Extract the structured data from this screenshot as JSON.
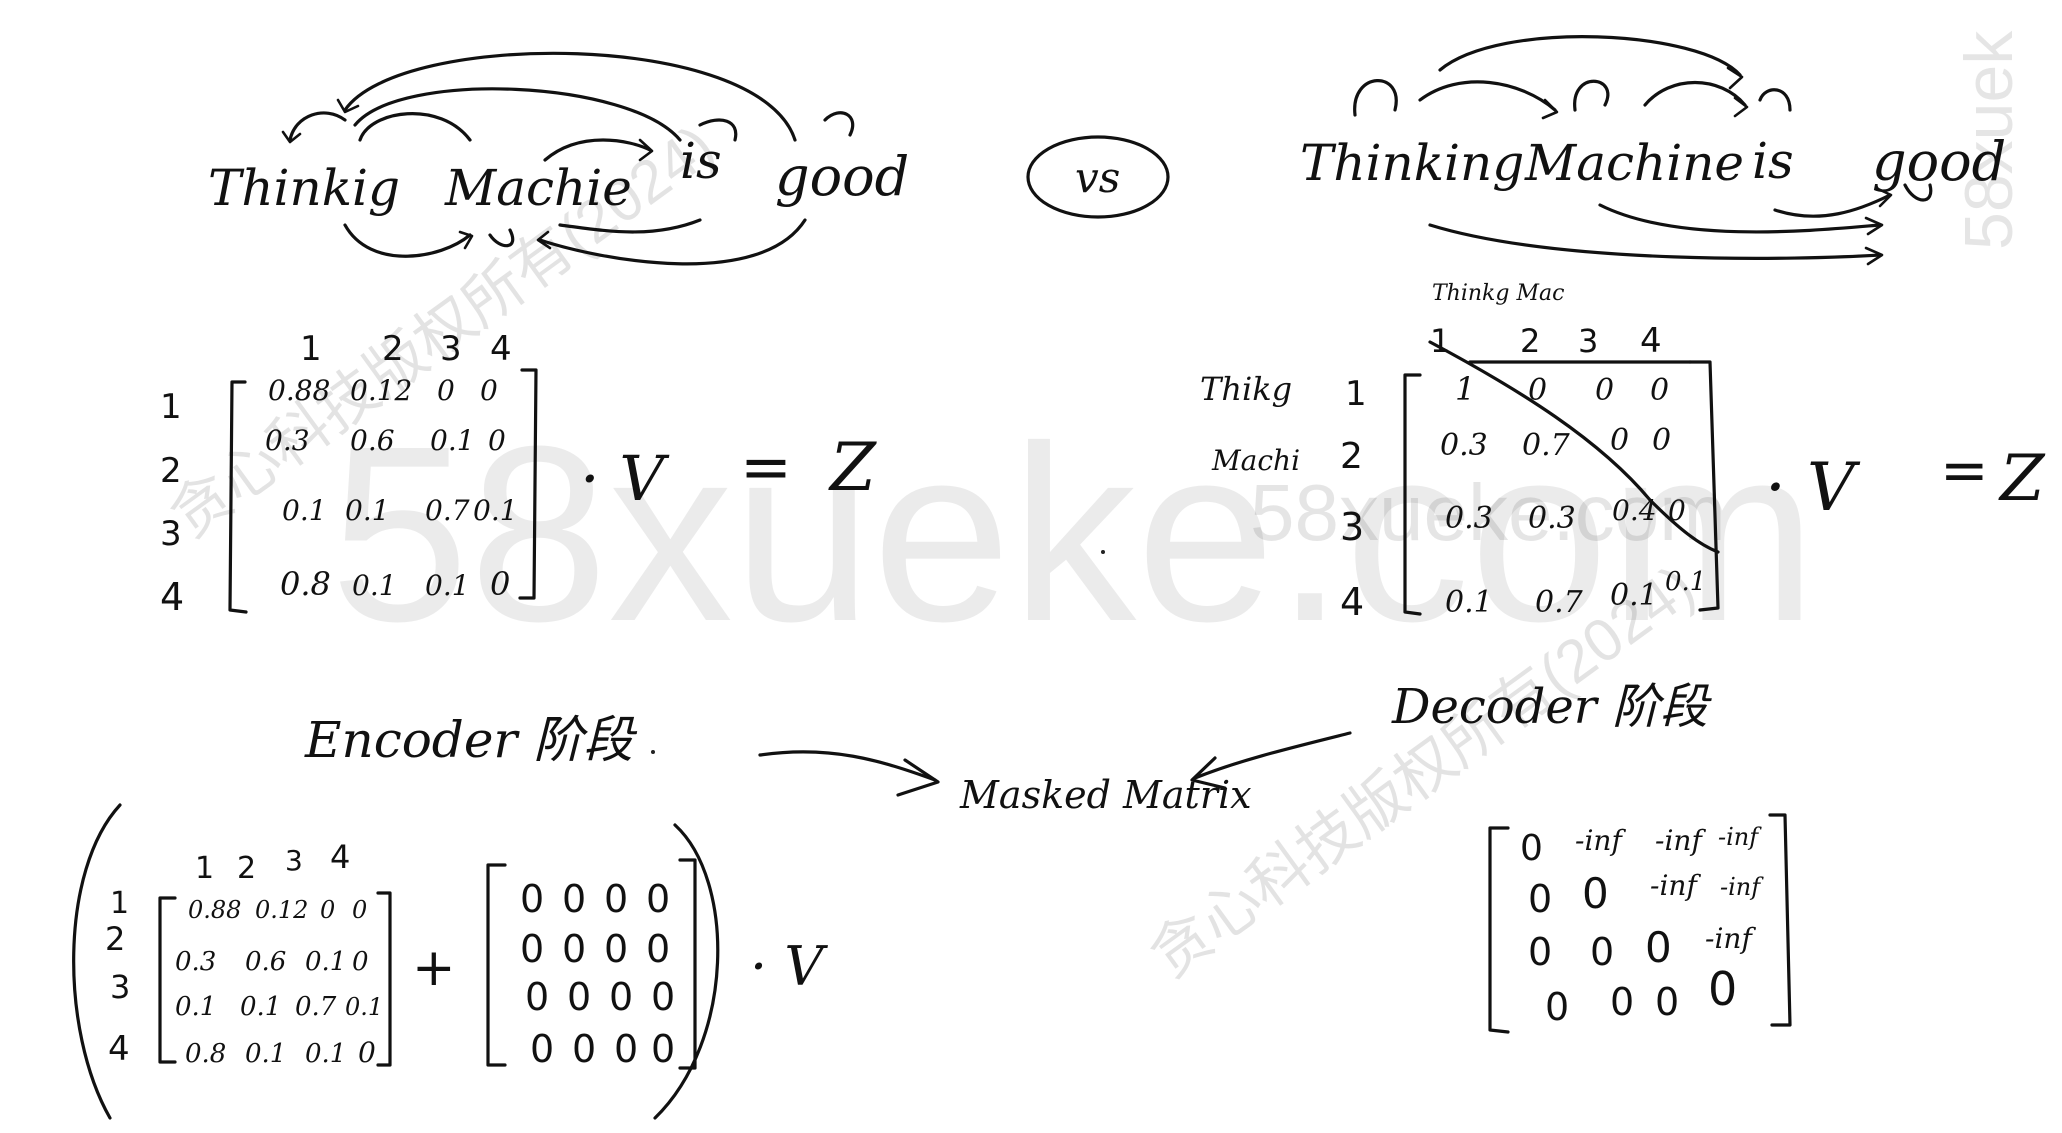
{
  "watermark": {
    "big": "58xueke.com",
    "medium": "58xueke.com",
    "cn_left": "贪心科技版权所有(2024)",
    "cn_right": "贪心科技版权所有(2024)",
    "side": "58xuek"
  },
  "vs_label": "vs",
  "left": {
    "tokens": [
      "Thinkig",
      "Machie",
      "is",
      "good"
    ],
    "col_headers": [
      "1",
      "2",
      "3",
      "4"
    ],
    "row_headers": [
      "1",
      "2",
      "3",
      "4"
    ],
    "matrix": [
      [
        "0.88",
        "0.12",
        "0",
        "0"
      ],
      [
        "0.3",
        "0.6",
        "0.1",
        "0"
      ],
      [
        "0.1",
        "0.1",
        "0.7",
        "0.1"
      ],
      [
        "0.8",
        "0.1",
        "0.1",
        "0"
      ]
    ],
    "dot_v": "· V",
    "equals": "=",
    "z": "Z",
    "stage_label": "Encoder 阶段"
  },
  "right": {
    "tokens": [
      "Thinking",
      "Machine",
      "is",
      "good"
    ],
    "col_word_labels": "Thinkg Mac",
    "col_headers": [
      "1",
      "2",
      "3",
      "4"
    ],
    "row_word_labels": [
      "Thikg",
      "Machi"
    ],
    "row_headers": [
      "1",
      "2",
      "3",
      "4"
    ],
    "matrix": [
      [
        "1",
        "0",
        "0",
        "0"
      ],
      [
        "0.3",
        "0.7",
        "0",
        "0"
      ],
      [
        "0.3",
        "0.3",
        "0.4",
        "0"
      ],
      [
        "0.1",
        "0.7",
        "0.1",
        "0.1"
      ]
    ],
    "dot_v": "· V",
    "equals": "=",
    "z": "Z",
    "stage_label": "Decoder 阶段"
  },
  "masked_label": "Masked Matrix",
  "bottom_left": {
    "col_headers": [
      "1",
      "2",
      "3",
      "4"
    ],
    "row_headers": [
      "1",
      "2",
      "3",
      "4"
    ],
    "matrix": [
      [
        "0.88",
        "0.12",
        "0",
        "0"
      ],
      [
        "0.3",
        "0.6",
        "0.1",
        "0"
      ],
      [
        "0.1",
        "0.1",
        "0.7",
        "0.1"
      ],
      [
        "0.8",
        "0.1",
        "0.1",
        "0"
      ]
    ],
    "plus": "+",
    "zero_matrix": [
      [
        "0",
        "0",
        "0",
        "0"
      ],
      [
        "0",
        "0",
        "0",
        "0"
      ],
      [
        "0",
        "0",
        "0",
        "0"
      ],
      [
        "0",
        "0",
        "0",
        "0"
      ]
    ],
    "dot_v": "· V"
  },
  "bottom_right": {
    "matrix": [
      [
        "0",
        "-inf",
        "-inf",
        "-inf"
      ],
      [
        "0",
        "0",
        "-inf",
        "-inf"
      ],
      [
        "0",
        "0",
        "0",
        "-inf"
      ],
      [
        "0",
        "0",
        "0",
        "0"
      ]
    ]
  }
}
